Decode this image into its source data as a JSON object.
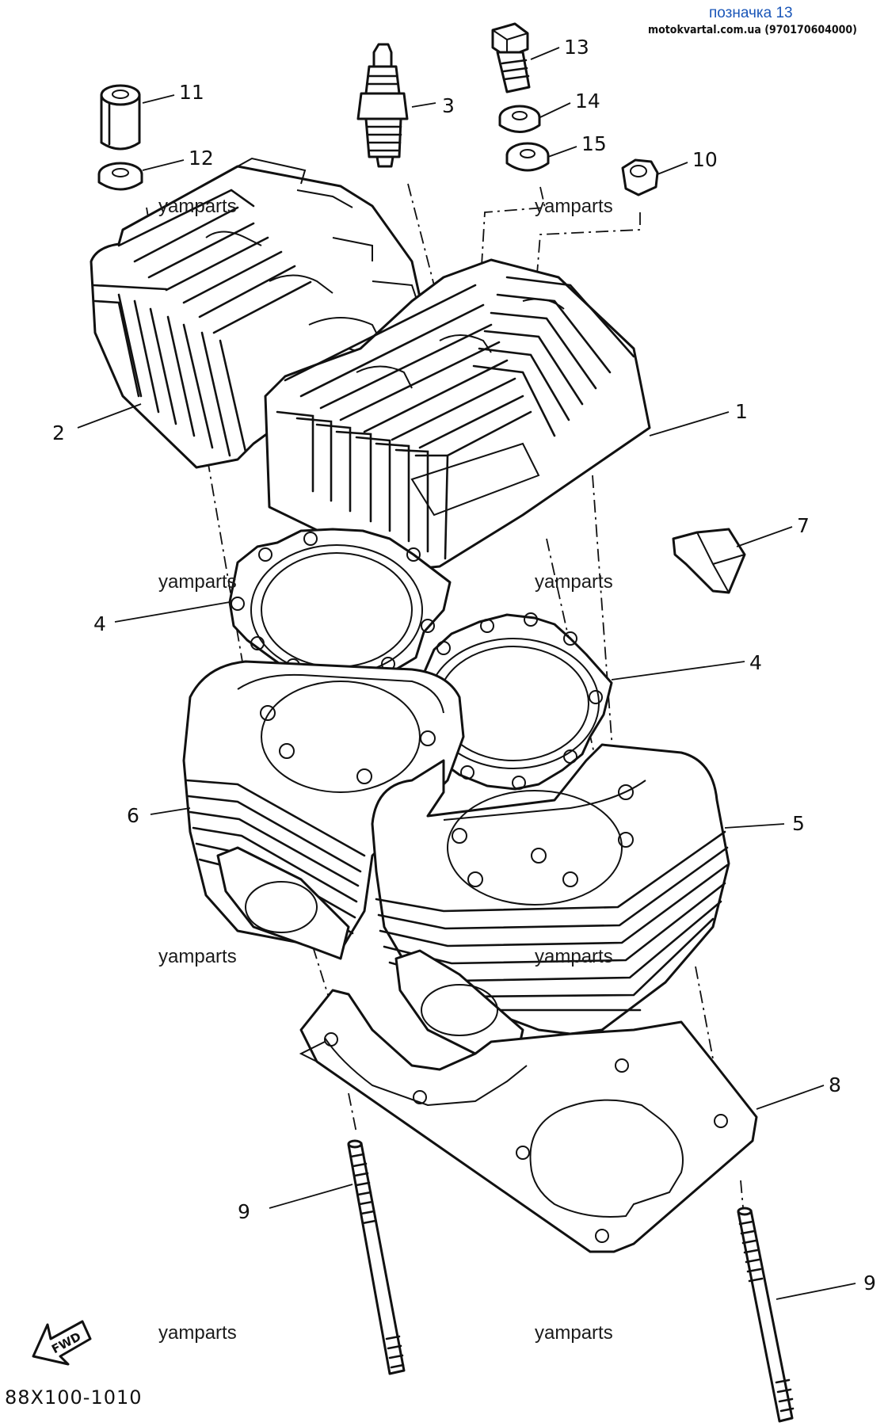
{
  "header": {
    "label": "позначка 13",
    "source": "motokvartal.com.ua (970170604000)"
  },
  "diagram": {
    "code": "88X100-1010",
    "forward_arrow_text": "FWD",
    "watermark": "yamparts",
    "callouts": {
      "c1": "1",
      "c2": "2",
      "c3": "3",
      "c4a": "4",
      "c4b": "4",
      "c5": "5",
      "c6": "6",
      "c7": "7",
      "c8": "8",
      "c9a": "9",
      "c9b": "9",
      "c10": "10",
      "c11": "11",
      "c12": "12",
      "c13": "13",
      "c14": "14",
      "c15": "15"
    }
  }
}
